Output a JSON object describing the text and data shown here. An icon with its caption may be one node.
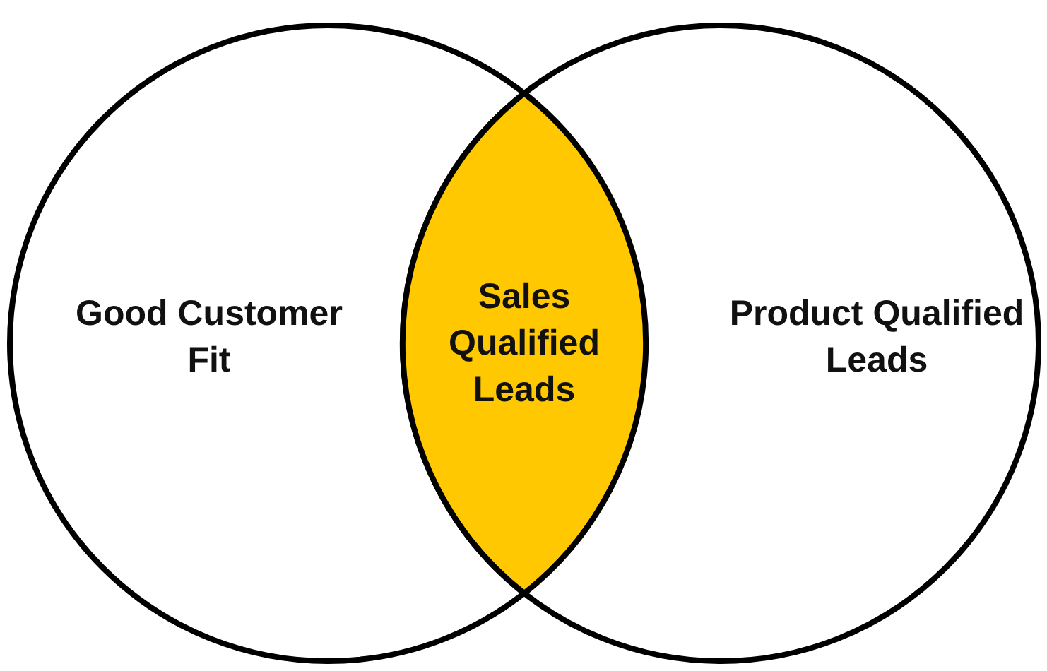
{
  "diagram": {
    "nodes": [
      {
        "text": [
          "Good Customer Fit"
        ]
      },
      {
        "text": [
          "Product Qualified Leads"
        ]
      },
      {
        "text": [
          "Sales Qualified Leads"
        ]
      }
    ]
  }
}
